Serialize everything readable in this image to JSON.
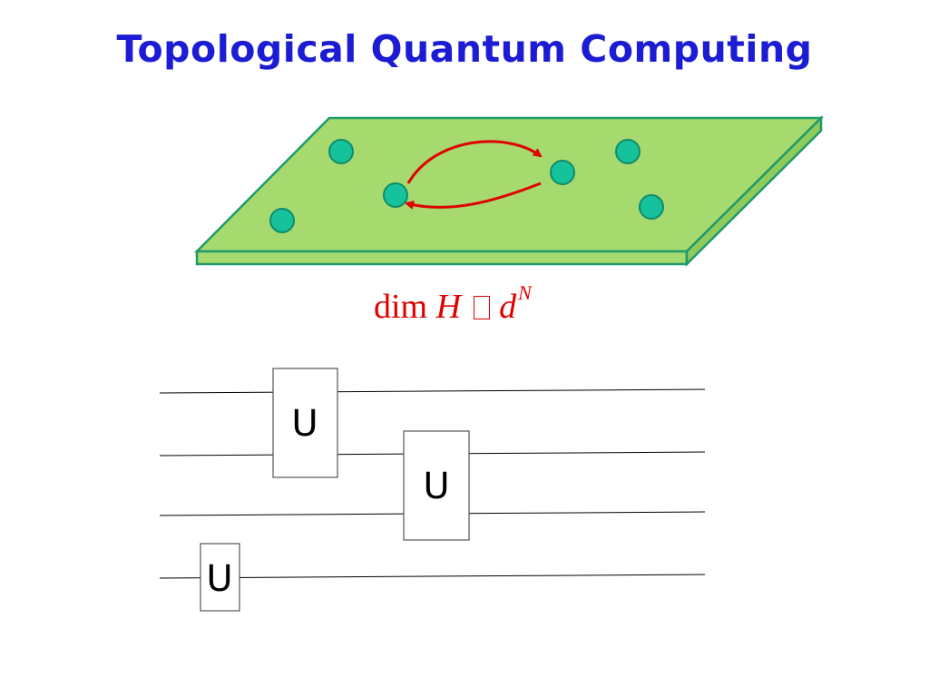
{
  "slide": {
    "title": "Topological Quantum Computing"
  },
  "formula": {
    "prefix": "dim",
    "space": "H",
    "base": "d",
    "exponent": "N"
  },
  "circuit": {
    "gate_label": "U"
  },
  "colors": {
    "title": "#1c1cd4",
    "plate_top": "#a6da6e",
    "plate_edge": "#1f9a6a",
    "anyon": "#16c29b",
    "braid_arrow": "#e00000",
    "formula": "#e00000"
  }
}
